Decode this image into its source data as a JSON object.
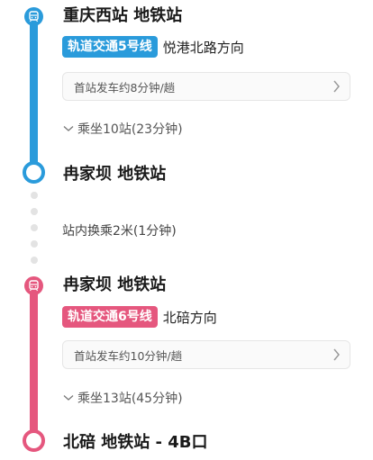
{
  "segments": [
    {
      "start_station": "重庆西站 地铁站",
      "line_label": "轨道交通5号线",
      "direction": "悦港北路方向",
      "frequency": "首站发车约8分钟/趟",
      "ride_info": "乘坐10站(23分钟)",
      "end_station": "冉家坝 地铁站",
      "color": "#2a9bdb"
    },
    {
      "start_station": "冉家坝 地铁站",
      "line_label": "轨道交通6号线",
      "direction": "北碚方向",
      "frequency": "首站发车约10分钟/趟",
      "ride_info": "乘坐13站(45分钟)",
      "end_station": "北碚 地铁站 - 4B口",
      "color": "#e5577e"
    }
  ],
  "transfer": {
    "text": "站内换乘2米(1分钟)"
  },
  "icons": {
    "metro": "metro-train-icon",
    "card_arrow": "chevron-right-icon",
    "expand": "chevron-down-icon"
  }
}
